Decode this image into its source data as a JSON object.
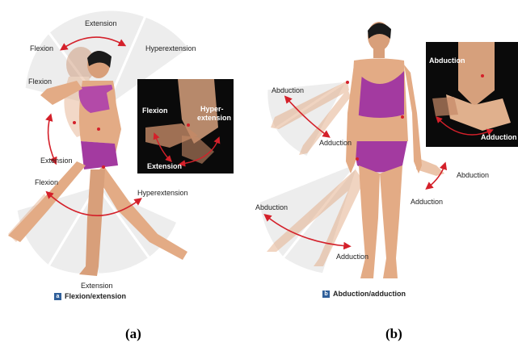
{
  "panel_a": {
    "labels": {
      "extension_top": "Extension",
      "flexion_top": "Flexion",
      "hyperextension_top": "Hyperextension",
      "flexion_arm": "Flexion",
      "extension_arm": "Extension",
      "flexion_leg": "Flexion",
      "hyperextension_leg": "Hyperextension",
      "extension_bottom": "Extension"
    },
    "inset": {
      "flexion": "Flexion",
      "hyper": "Hyper-",
      "extension_line2": "extension",
      "extension": "Extension"
    },
    "caption": {
      "badge": "a",
      "text": "Flexion/extension"
    },
    "panel_label": "(a)"
  },
  "panel_b": {
    "labels": {
      "abduction_left_arm": "Abduction",
      "adduction_left_arm": "Adduction",
      "abduction_right_hand": "Abduction",
      "adduction_right_hand": "Adduction",
      "abduction_leg": "Abduction",
      "adduction_leg": "Adduction"
    },
    "inset": {
      "abduction": "Abduction",
      "adduction": "Adduction"
    },
    "caption": {
      "badge": "b",
      "text": "Abduction/adduction"
    },
    "panel_label": "(b)"
  },
  "colors": {
    "arrow": "#d4202a",
    "suit": "#a33aa0",
    "skin": "#e3ab85",
    "badge": "#2f5f9a",
    "fan": "#ececec"
  }
}
